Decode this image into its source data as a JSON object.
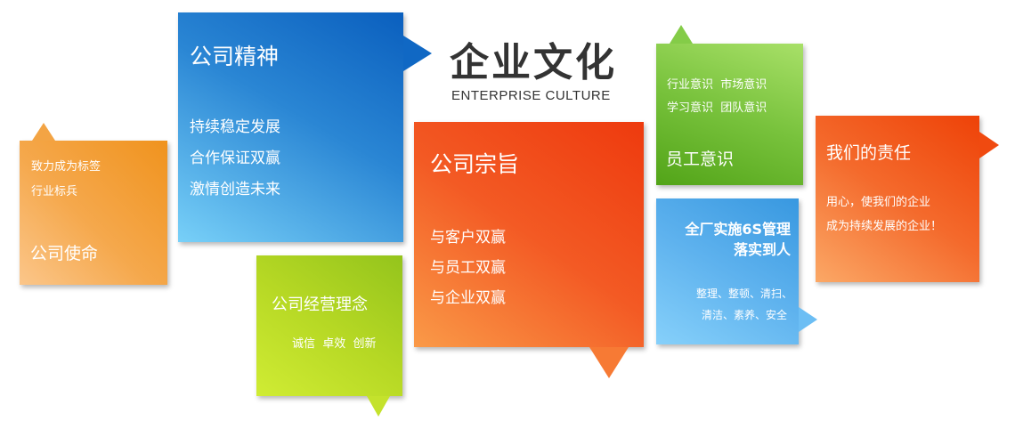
{
  "header": {
    "title": "企业文化",
    "subtitle": "ENTERPRISE CULTURE"
  },
  "cards": {
    "mission": {
      "title": "公司使命",
      "lines": [
        "致力成为标签",
        "行业标兵"
      ],
      "color": "#f5a84c"
    },
    "spirit": {
      "title": "公司精神",
      "lines": [
        "持续稳定发展",
        "合作保证双赢",
        "激情创造未来"
      ],
      "color": "#2a86d4"
    },
    "purpose": {
      "title": "公司宗旨",
      "lines": [
        "与客户双赢",
        "与员工双赢",
        "与企业双赢"
      ],
      "color": "#f35a24"
    },
    "philosophy": {
      "title": "公司经营理念",
      "lines": [
        "诚信  卓效  创新"
      ],
      "color": "#b6d824"
    },
    "awareness": {
      "title": "员工意识",
      "lines": [
        "行业意识  市场意识",
        "学习意识  团队意识"
      ],
      "color": "#78c23c"
    },
    "sixs": {
      "title_lines": [
        "全厂实施6S管理",
        "落实到人"
      ],
      "lines": [
        "整理、整顿、清扫、",
        "清洁、素养、安全"
      ],
      "color": "#5eb2ee"
    },
    "responsibility": {
      "title": "我们的责任",
      "lines": [
        "用心，使我们的企业",
        "成为持续发展的企业！"
      ],
      "color": "#f46a2c"
    }
  }
}
